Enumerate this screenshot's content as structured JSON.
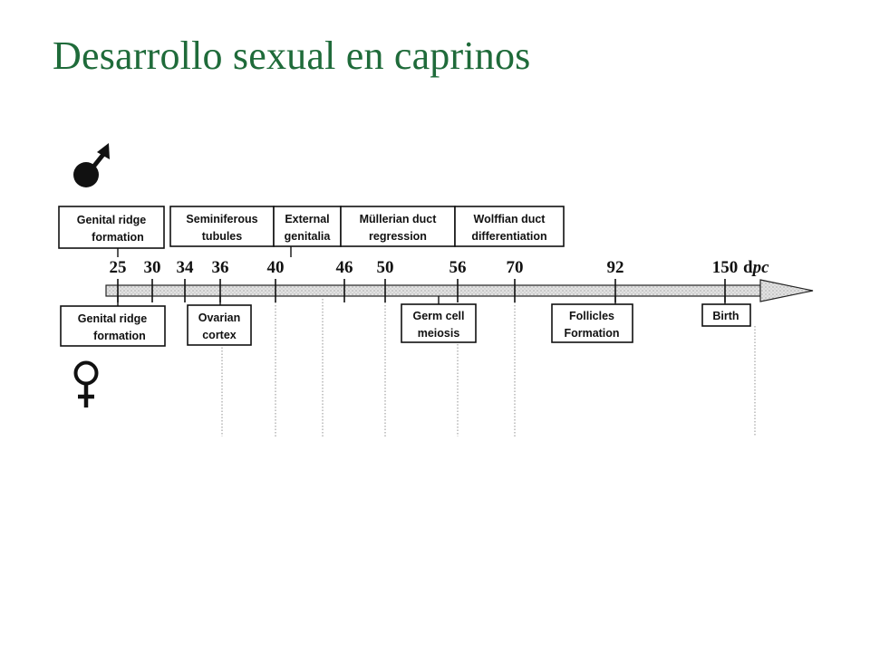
{
  "title": "Desarrollo sexual en caprinos",
  "symbols": {
    "male": "male-symbol-icon",
    "female": "female-symbol-icon"
  },
  "colors": {
    "title": "#1f6b3a",
    "ink": "#111111",
    "axis_fill": "#d8d8d8"
  },
  "timeline": {
    "ticks": [
      "25",
      "30",
      "34",
      "36",
      "40",
      "46",
      "50",
      "56",
      "70",
      "92",
      "150"
    ],
    "unit_prefix": "d",
    "unit_italic": "pc",
    "male_events": [
      {
        "line1": "Genital ridge",
        "line2": "formation"
      },
      {
        "line1": "Seminiferous",
        "line2": "tubules"
      },
      {
        "line1": "External",
        "line2": "genitalia"
      },
      {
        "line1": "Müllerian duct",
        "line2": "regression"
      },
      {
        "line1": "Wolffian duct",
        "line2": "differentiation"
      }
    ],
    "female_events": [
      {
        "line1": "Genital ridge",
        "line2": "formation"
      },
      {
        "line1": "Ovarian",
        "line2": "cortex"
      },
      {
        "line1": "Germ cell",
        "line2": "meiosis"
      },
      {
        "line1": "Follicles",
        "line2": "Formation"
      },
      {
        "line1": "Birth",
        "line2": ""
      }
    ]
  }
}
